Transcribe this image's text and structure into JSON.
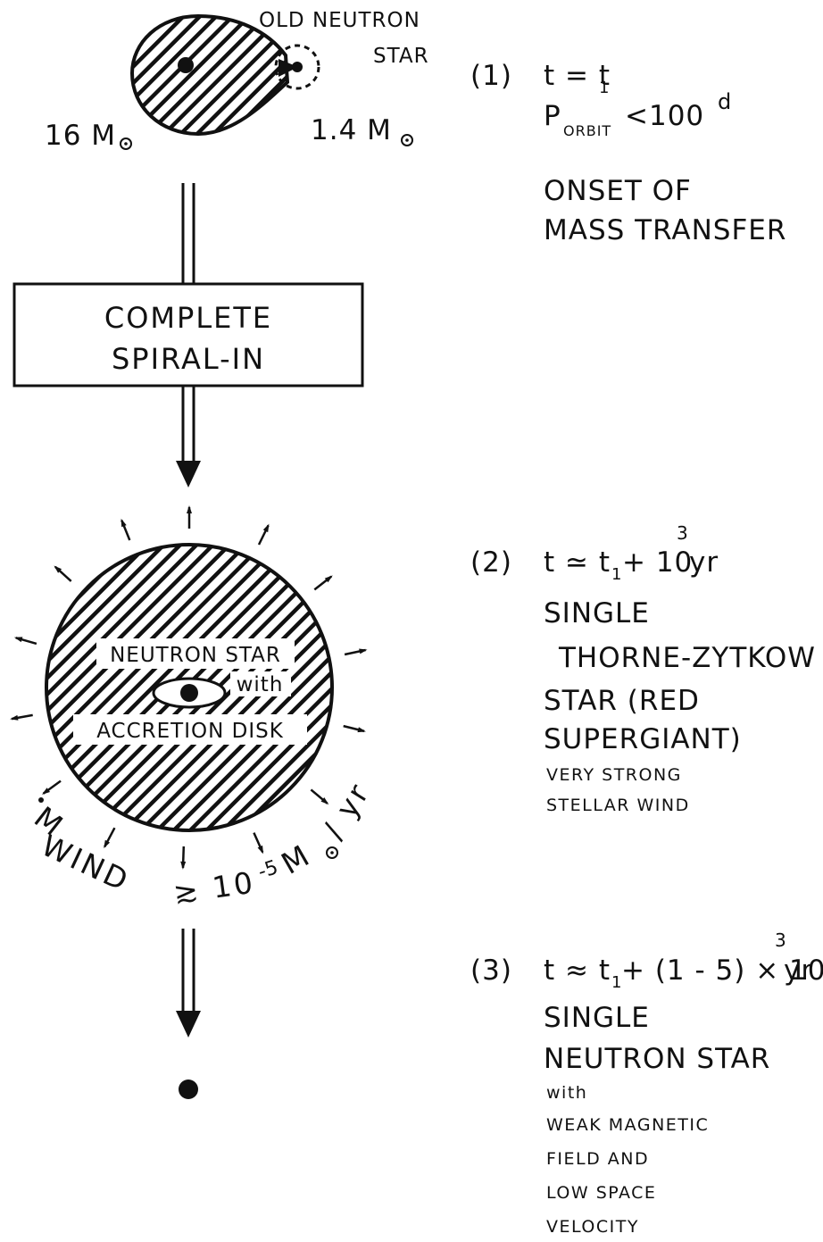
{
  "stage1": {
    "label_old_line1": "OLD NEUTRON",
    "label_old_line2": "STAR",
    "mass_primary": "16 M",
    "mass_neutron": "1.4 M",
    "number": "(1)",
    "time": "t = t",
    "time_sub": "1",
    "period_p": "P",
    "period_sub": "ORBIT",
    "period_rest": "<100",
    "period_sup": "d",
    "desc_line1": "ONSET OF",
    "desc_line2": "MASS TRANSFER"
  },
  "box": {
    "line1": "COMPLETE",
    "line2": "SPIRAL-IN"
  },
  "stage2": {
    "inner_line1": "NEUTRON STAR",
    "inner_line2": "with",
    "inner_line3": "ACCRETION DISK",
    "wind_m": "M",
    "wind_label": "WIND",
    "wind_rate": "≳ 10",
    "wind_exp": "-5",
    "wind_unit": "M",
    "wind_per": "/ yr",
    "number": "(2)",
    "time": "t ≃ t",
    "time_sub": "1",
    "time_rest": "+ 10",
    "time_sup": "3",
    "time_unit": "yr",
    "desc_line1": "SINGLE",
    "desc_line2": "THORNE-ZYTKOW",
    "desc_line3": "STAR (RED",
    "desc_line4": "SUPERGIANT)",
    "note_line1": "VERY STRONG",
    "note_line2": "STELLAR WIND"
  },
  "stage3": {
    "number": "(3)",
    "time": "t ≈ t",
    "time_sub": "1",
    "time_rest": "+ (1 - 5) × 10",
    "time_sup": "3",
    "time_unit": "yr",
    "desc_line1": "SINGLE",
    "desc_line2": "NEUTRON STAR",
    "note_line1": "with",
    "note_line2": "WEAK MAGNETIC",
    "note_line3": "FIELD AND",
    "note_line4": "LOW SPACE",
    "note_line5": "VELOCITY"
  }
}
